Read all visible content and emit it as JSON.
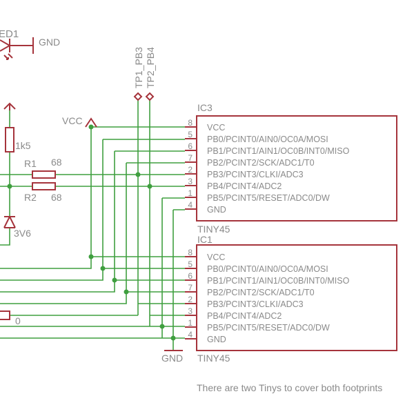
{
  "colors": {
    "wire": "#3f9f3f",
    "symbol": "#a5333b",
    "text": "#8a8a8a"
  },
  "labels": {
    "led": "ED1",
    "gnd_top": "GND",
    "gnd_bottom": "GND",
    "vcc_left": "VCC",
    "tp1": "TP1_PB3",
    "tp2": "TP2_PB4",
    "r_pullup_value": "1k5",
    "r1_name": "R1",
    "r1_value": "68",
    "r2_name": "R2",
    "r2_value": "68",
    "zener_value": "3V6",
    "r_bottom_value": "0",
    "note": "There are two Tinys to cover both footprints"
  },
  "ics": [
    {
      "name": "IC3",
      "value": "TINY45",
      "pins": [
        {
          "number": "8",
          "name": "VCC"
        },
        {
          "number": "5",
          "name": "PB0/PCINT0/AIN0/OC0A/MOSI"
        },
        {
          "number": "6",
          "name": "PB1/PCINT1/AIN1/OC0B/INT0/MISO"
        },
        {
          "number": "7",
          "name": "PB2/PCINT2/SCK/ADC1/T0"
        },
        {
          "number": "2",
          "name": "PB3/PCINT3/CLKI/ADC3"
        },
        {
          "number": "3",
          "name": "PB4/PCINT4/ADC2"
        },
        {
          "number": "1",
          "name": "PB5/PCINT5/RESET/ADC0/DW"
        },
        {
          "number": "4",
          "name": "GND"
        }
      ]
    },
    {
      "name": "IC1",
      "value": "TINY45",
      "pins": [
        {
          "number": "8",
          "name": "VCC"
        },
        {
          "number": "5",
          "name": "PB0/PCINT0/AIN0/OC0A/MOSI"
        },
        {
          "number": "6",
          "name": "PB1/PCINT1/AIN1/OC0B/INT0/MISO"
        },
        {
          "number": "7",
          "name": "PB2/PCINT2/SCK/ADC1/T0"
        },
        {
          "number": "2",
          "name": "PB3/PCINT3/CLKI/ADC3"
        },
        {
          "number": "3",
          "name": "PB4/PCINT4/ADC2"
        },
        {
          "number": "1",
          "name": "PB5/PCINT5/RESET/ADC0/DW"
        },
        {
          "number": "4",
          "name": "GND"
        }
      ]
    }
  ]
}
